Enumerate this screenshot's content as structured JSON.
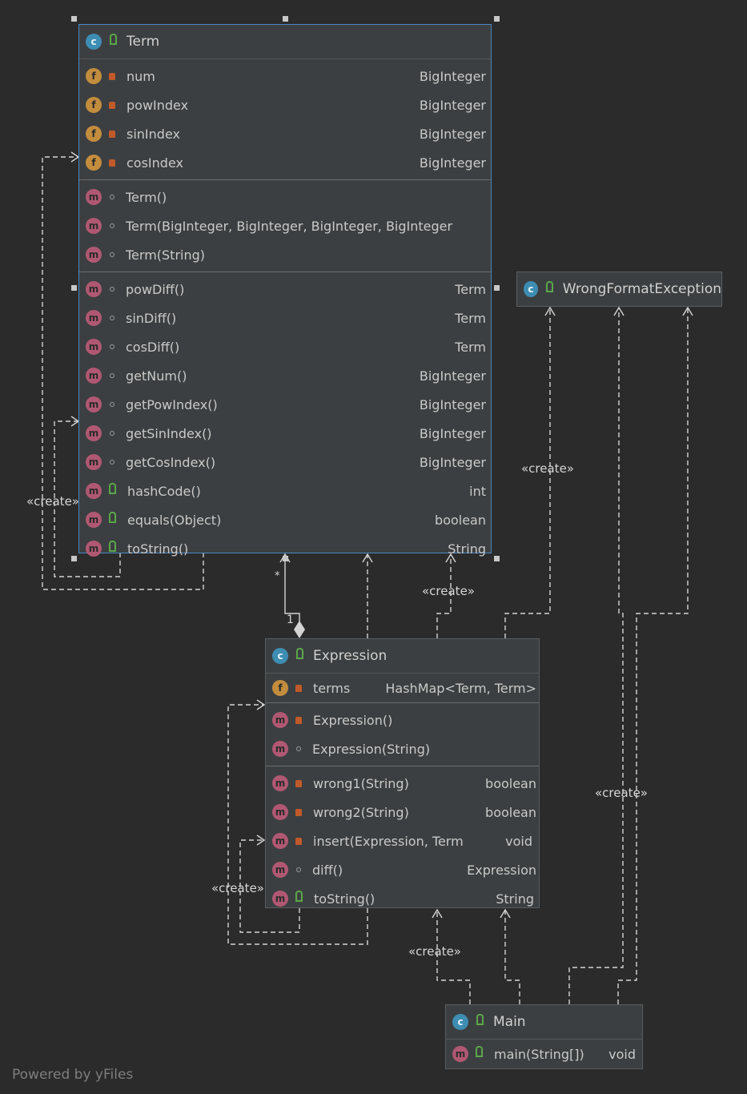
{
  "classes": {
    "term": {
      "name": "Term",
      "fields": [
        {
          "name": "num",
          "type": "BigInteger"
        },
        {
          "name": "powIndex",
          "type": "BigInteger"
        },
        {
          "name": "sinIndex",
          "type": "BigInteger"
        },
        {
          "name": "cosIndex",
          "type": "BigInteger"
        }
      ],
      "constructors": [
        {
          "name": "Term()"
        },
        {
          "name": "Term(BigInteger, BigInteger, BigInteger, BigInteger"
        },
        {
          "name": "Term(String)"
        }
      ],
      "methods": [
        {
          "name": "powDiff()",
          "type": "Term"
        },
        {
          "name": "sinDiff()",
          "type": "Term"
        },
        {
          "name": "cosDiff()",
          "type": "Term"
        },
        {
          "name": "getNum()",
          "type": "BigInteger"
        },
        {
          "name": "getPowIndex()",
          "type": "BigInteger"
        },
        {
          "name": "getSinIndex()",
          "type": "BigInteger"
        },
        {
          "name": "getCosIndex()",
          "type": "BigInteger"
        },
        {
          "name": "hashCode()",
          "type": "int"
        },
        {
          "name": "equals(Object)",
          "type": "boolean"
        },
        {
          "name": "toString()",
          "type": "String"
        }
      ]
    },
    "wrong_format": {
      "name": "WrongFormatException"
    },
    "expression": {
      "name": "Expression",
      "fields": [
        {
          "name": "terms",
          "type": "HashMap<Term, Term>"
        }
      ],
      "constructors": [
        {
          "name": "Expression()"
        },
        {
          "name": "Expression(String)"
        }
      ],
      "methods": [
        {
          "name": "wrong1(String)",
          "type": "boolean"
        },
        {
          "name": "wrong2(String)",
          "type": "boolean"
        },
        {
          "name": "insert(Expression, Term",
          "type": "void"
        },
        {
          "name": "diff()",
          "type": "Expression"
        },
        {
          "name": "toString()",
          "type": "String"
        }
      ]
    },
    "main": {
      "name": "Main",
      "methods": [
        {
          "name": "main(String[])",
          "type": "void"
        }
      ]
    }
  },
  "labels": {
    "create": "«create»",
    "multiplicity_many": "*",
    "multiplicity_one": "1"
  },
  "footer": "Powered by yFiles",
  "colors": {
    "background": "#2b2b2b",
    "node": "#3c3f41",
    "field_icon": "#c38d3e",
    "method_icon": "#b05873",
    "class_icon": "#3e8db3",
    "private_lock": "#c05a2a",
    "public_lock": "#5aa74a",
    "selection": "#4a88c7"
  }
}
